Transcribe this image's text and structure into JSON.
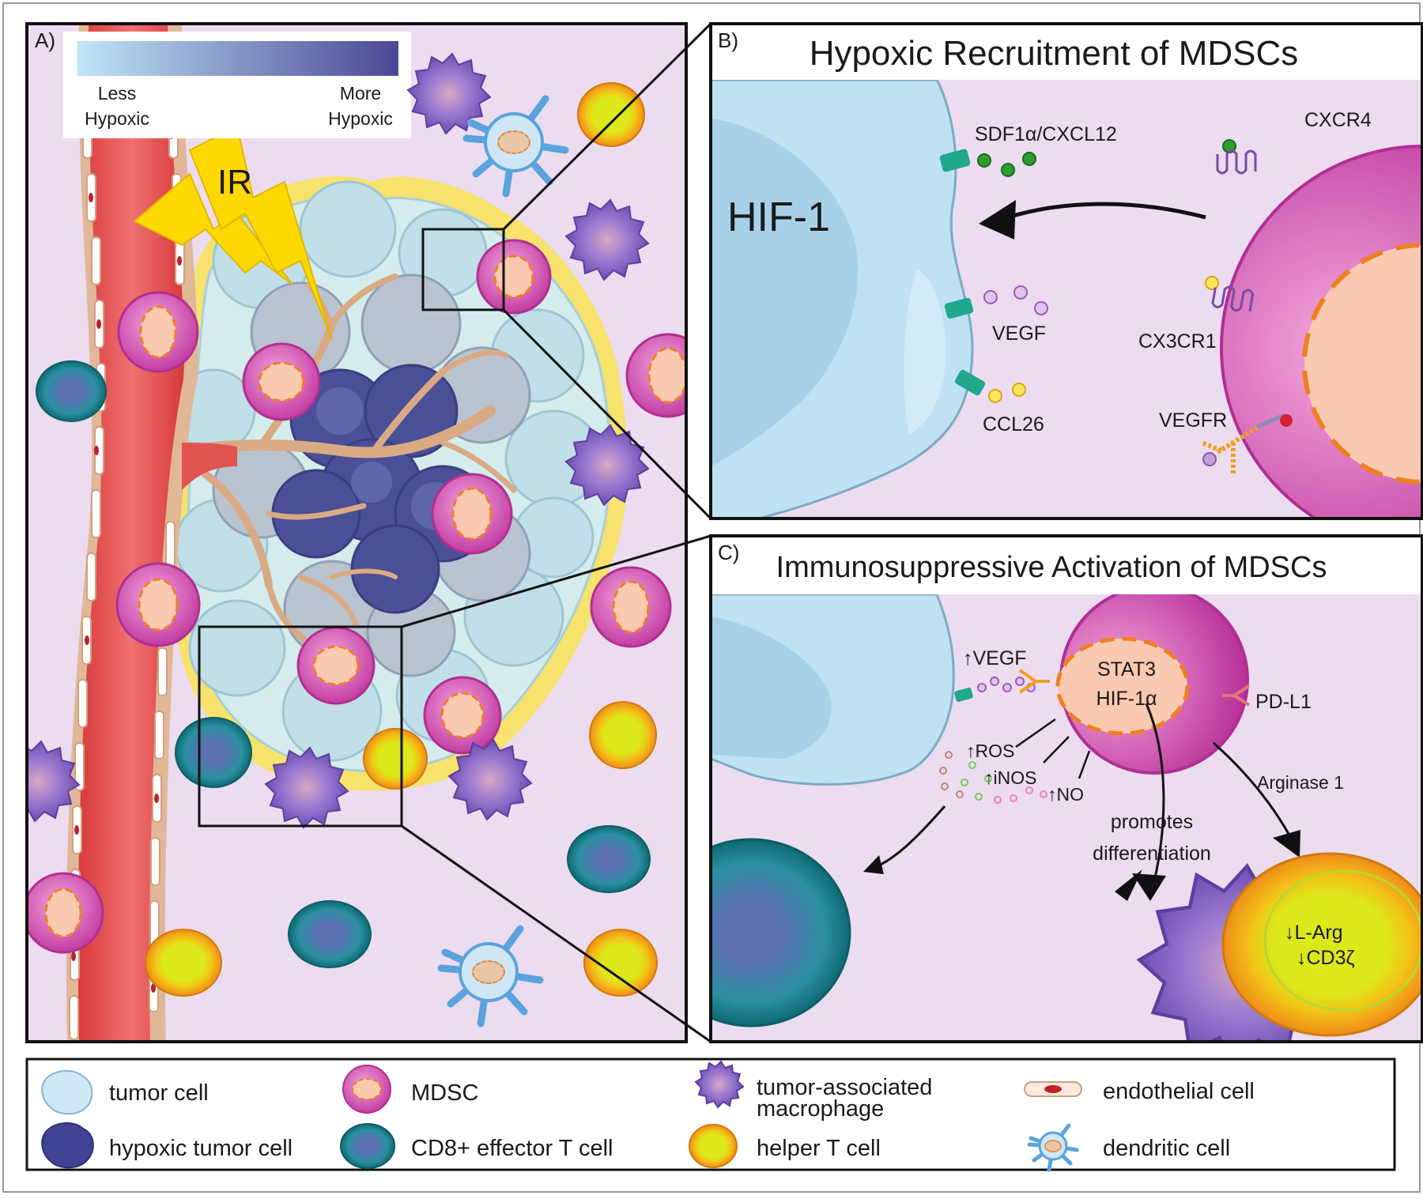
{
  "panel_a": {
    "letter": "A)",
    "scale_low": [
      "Less",
      "Hypoxic"
    ],
    "scale_high": [
      "More",
      "Hypoxic"
    ],
    "ir_label": "IR"
  },
  "panel_b": {
    "letter": "B)",
    "title": "Hypoxic Recruitment of MDSCs",
    "hif": "HIF-1",
    "ligands": [
      "SDF1α/CXCL12",
      "VEGF",
      "CCL26"
    ],
    "receptors": [
      "CXCR4",
      "CX3CR1",
      "VEGFR"
    ]
  },
  "panel_c": {
    "letter": "C)",
    "title": "Immunosuppressive Activation of MDSCs",
    "up_vegf": "VEGF",
    "nucleus": [
      "STAT3",
      "HIF-1α"
    ],
    "pdl1": "PD-L1",
    "ros": "ROS",
    "inos": "iNOS",
    "no": "NO",
    "arginase": "Arginase 1",
    "promotes": [
      "promotes",
      "differentiation"
    ],
    "larg": "L-Arg",
    "cd3": "CD3ζ"
  },
  "legend": [
    {
      "icon": "tumor-cell",
      "label": "tumor cell"
    },
    {
      "icon": "hypoxic-tumor-cell",
      "label": "hypoxic tumor cell"
    },
    {
      "icon": "mdsc",
      "label": "MDSC"
    },
    {
      "icon": "cd8-t-cell",
      "label": "CD8+  effector T cell"
    },
    {
      "icon": "macrophage",
      "label": [
        "tumor-associated",
        "macrophage"
      ]
    },
    {
      "icon": "helper-t-cell",
      "label": "helper T cell"
    },
    {
      "icon": "endothelial-cell",
      "label": "endothelial cell"
    },
    {
      "icon": "dendritic-cell",
      "label": "dendritic cell"
    }
  ],
  "colors": {
    "background": "#ecdcef",
    "vessel": "#e8544f",
    "mdsc": "#d94fb6",
    "mdsc_nucleus": "#f9c9b0",
    "macrophage": "#8a6ac2",
    "cd8": "#1f8a94",
    "helper": "#f0a020",
    "tumor": "#bfe3f2",
    "hypoxic_tumor": "#4a4f97",
    "capillary": "#d9aa84"
  }
}
